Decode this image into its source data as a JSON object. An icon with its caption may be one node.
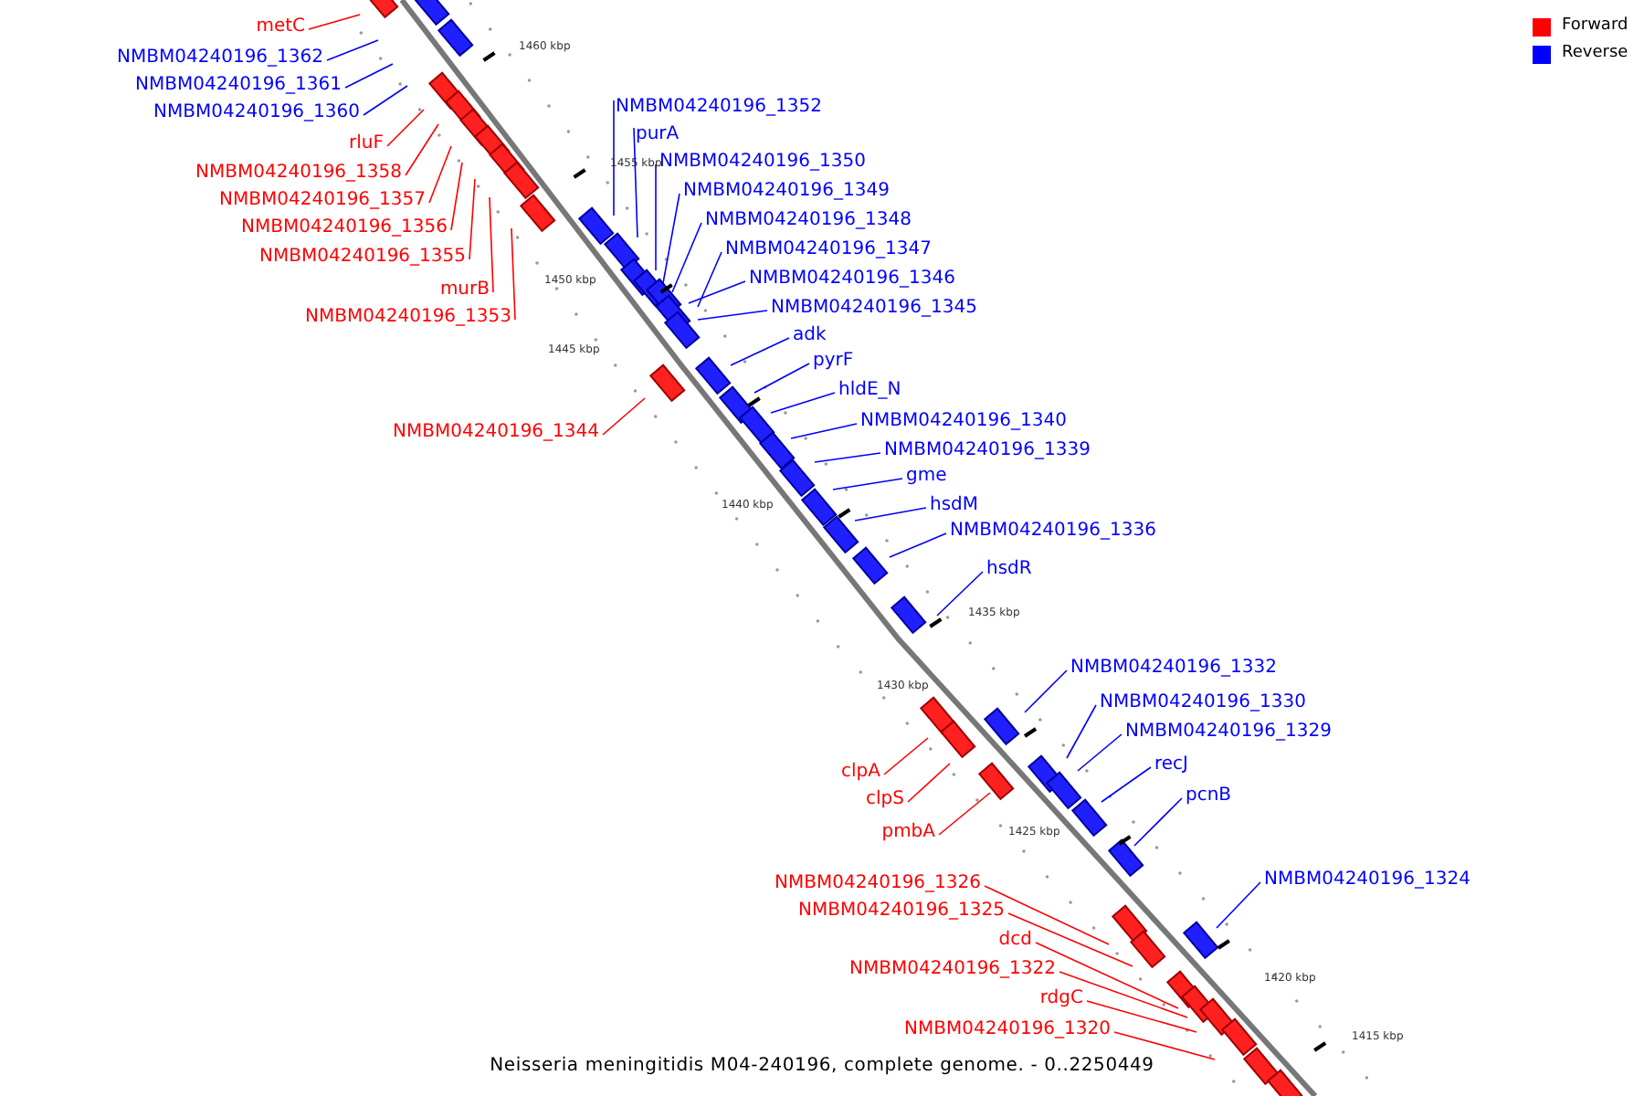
{
  "diagram": {
    "caption": "Neisseria meningitidis M04-240196, complete genome. - 0..2250449",
    "nodes": [
      {
        "text": [
          "metC"
        ]
      },
      {
        "text": [
          "NMBM04240196_1362"
        ]
      },
      {
        "text": [
          "NMBM04240196_1361"
        ]
      },
      {
        "text": [
          "NMBM04240196_1352"
        ]
      },
      {
        "text": [
          "NMBM04240196_1360"
        ]
      },
      {
        "text": [
          "purA"
        ]
      },
      {
        "text": [
          "rluF"
        ]
      },
      {
        "text": [
          "NMBM04240196_1350"
        ]
      },
      {
        "text": [
          "NMBM04240196_1358"
        ]
      },
      {
        "text": [
          "NMBM04240196_1349"
        ]
      },
      {
        "text": [
          "NMBM04240196_1357"
        ]
      },
      {
        "text": [
          "NMBM04240196_1348"
        ]
      },
      {
        "text": [
          "NMBM04240196_1356"
        ]
      },
      {
        "text": [
          "NMBM04240196_1347"
        ]
      },
      {
        "text": [
          "NMBM04240196_1355"
        ]
      },
      {
        "text": [
          "NMBM04240196_1346"
        ]
      },
      {
        "text": [
          "murB"
        ]
      },
      {
        "text": [
          "NMBM04240196_1345"
        ]
      },
      {
        "text": [
          "NMBM04240196_1353"
        ]
      },
      {
        "text": [
          "adk"
        ]
      },
      {
        "text": [
          "pyrF"
        ]
      },
      {
        "text": [
          "hldE_N"
        ]
      },
      {
        "text": [
          "NMBM04240196_1340"
        ]
      },
      {
        "text": [
          "NMBM04240196_1344"
        ]
      },
      {
        "text": [
          "NMBM04240196_1339"
        ]
      },
      {
        "text": [
          "gme"
        ]
      },
      {
        "text": [
          "hsdM"
        ]
      },
      {
        "text": [
          "NMBM04240196_1336"
        ]
      },
      {
        "text": [
          "hsdR"
        ]
      },
      {
        "text": [
          "NMBM04240196_1332"
        ]
      },
      {
        "text": [
          "NMBM04240196_1330"
        ]
      },
      {
        "text": [
          "NMBM04240196_1329"
        ]
      },
      {
        "text": [
          "recJ"
        ]
      },
      {
        "text": [
          "clpA"
        ]
      },
      {
        "text": [
          "pcnB"
        ]
      },
      {
        "text": [
          "clpS"
        ]
      },
      {
        "text": [
          "pmbA"
        ]
      },
      {
        "text": [
          "NMBM04240196_1324"
        ]
      },
      {
        "text": [
          "NMBM04240196_1326"
        ]
      },
      {
        "text": [
          "NMBM04240196_1325"
        ]
      },
      {
        "text": [
          "dcd"
        ]
      },
      {
        "text": [
          "NMBM04240196_1322"
        ]
      },
      {
        "text": [
          "rdgC"
        ]
      },
      {
        "text": [
          "NMBM04240196_1320"
        ]
      }
    ],
    "edges": [
      {
        "from": 0,
        "to": null,
        "arrow": "none",
        "color": "#ff0000"
      },
      {
        "from": 1,
        "to": null,
        "arrow": "none"
      },
      {
        "from": 2,
        "to": null,
        "arrow": "none"
      },
      {
        "from": 3,
        "to": null,
        "arrow": "none"
      },
      {
        "from": 4,
        "to": null,
        "arrow": "none"
      },
      {
        "from": 5,
        "to": null,
        "arrow": "none"
      },
      {
        "from": 6,
        "to": null,
        "arrow": "none",
        "color": "#ff0000"
      },
      {
        "from": 7,
        "to": null,
        "arrow": "none"
      },
      {
        "from": 8,
        "to": null,
        "arrow": "none",
        "color": "#ff0000"
      },
      {
        "from": 9,
        "to": null,
        "arrow": "none"
      },
      {
        "from": 10,
        "to": null,
        "arrow": "none",
        "color": "#ff0000"
      },
      {
        "from": 11,
        "to": null,
        "arrow": "none"
      },
      {
        "from": 12,
        "to": null,
        "arrow": "none",
        "color": "#ff0000"
      },
      {
        "from": 13,
        "to": null,
        "arrow": "none"
      },
      {
        "from": 14,
        "to": null,
        "arrow": "none",
        "color": "#ff0000"
      },
      {
        "from": 15,
        "to": null,
        "arrow": "none"
      },
      {
        "from": 16,
        "to": null,
        "arrow": "none",
        "color": "#ff0000"
      },
      {
        "from": 17,
        "to": null,
        "arrow": "none"
      },
      {
        "from": 18,
        "to": null,
        "arrow": "none",
        "color": "#ff0000"
      },
      {
        "from": 19,
        "to": null,
        "arrow": "none"
      },
      {
        "from": 20,
        "to": null,
        "arrow": "none"
      },
      {
        "from": 21,
        "to": null,
        "arrow": "none"
      },
      {
        "from": 22,
        "to": null,
        "arrow": "none"
      },
      {
        "from": 23,
        "to": null,
        "arrow": "none",
        "color": "#ff0000"
      },
      {
        "from": 24,
        "to": null,
        "arrow": "none"
      },
      {
        "from": 25,
        "to": null,
        "arrow": "none"
      },
      {
        "from": 26,
        "to": null,
        "arrow": "none"
      },
      {
        "from": 27,
        "to": null,
        "arrow": "none"
      },
      {
        "from": 28,
        "to": null,
        "arrow": "none"
      },
      {
        "from": 29,
        "to": null,
        "arrow": "none"
      },
      {
        "from": 30,
        "to": null,
        "arrow": "none"
      },
      {
        "from": 31,
        "to": null,
        "arrow": "none"
      },
      {
        "from": 32,
        "to": null,
        "arrow": "none"
      },
      {
        "from": 33,
        "to": null,
        "arrow": "none",
        "color": "#ff0000"
      },
      {
        "from": 34,
        "to": null,
        "arrow": "none"
      },
      {
        "from": 35,
        "to": null,
        "arrow": "none",
        "color": "#ff0000"
      },
      {
        "from": 36,
        "to": null,
        "arrow": "none",
        "color": "#ff0000"
      },
      {
        "from": 37,
        "to": null,
        "arrow": "none"
      },
      {
        "from": 38,
        "to": null,
        "arrow": "none",
        "color": "#ff0000"
      },
      {
        "from": 39,
        "to": null,
        "arrow": "none",
        "color": "#ff0000"
      },
      {
        "from": 40,
        "to": null,
        "arrow": "none",
        "color": "#ff0000"
      },
      {
        "from": 41,
        "to": null,
        "arrow": "none",
        "color": "#ff0000"
      },
      {
        "from": 42,
        "to": null,
        "arrow": "none",
        "color": "#ff0000"
      },
      {
        "from": 43,
        "to": null,
        "arrow": "none",
        "color": "#ff0000"
      }
    ],
    "labels": [
      "1460 kbp",
      "1455 kbp",
      "1450 kbp",
      "1445 kbp",
      "1440 kbp",
      "1435 kbp",
      "1430 kbp",
      "1425 kbp",
      "1420 kbp",
      "1415 kbp"
    ],
    "legend": [
      {
        "text": "Forward",
        "color": "#ff0000"
      },
      {
        "text": "Reverse",
        "color": "#0000ff"
      }
    ]
  }
}
